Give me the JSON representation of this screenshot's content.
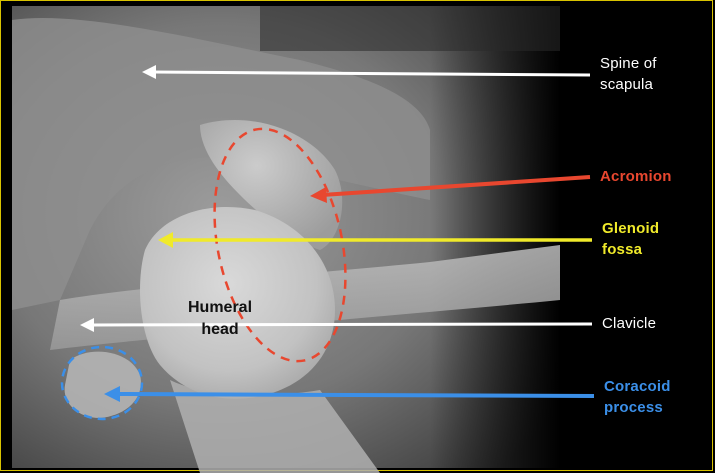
{
  "labels": {
    "spine": "Spine of\nscapula",
    "acromion": "Acromion",
    "glenoid": "Glenoid\nfossa",
    "clavicle": "Clavicle",
    "coracoid": "Coracoid\nprocess",
    "humeral_head": "Humeral\nhead"
  },
  "colors": {
    "background": "#000000",
    "frame_border": "#d8c200",
    "spine_arrow": "#ffffff",
    "acromion": "#e8472f",
    "glenoid": "#f0ea2a",
    "clavicle_arrow": "#ffffff",
    "coracoid": "#3b8fe8",
    "humeral_text": "#111111"
  },
  "icons": {
    "spine_pointer": "arrow-left-icon",
    "acromion_pointer": "arrow-left-icon",
    "glenoid_pointer": "arrow-left-icon",
    "clavicle_pointer": "arrow-left-icon",
    "coracoid_pointer": "arrow-left-icon"
  }
}
